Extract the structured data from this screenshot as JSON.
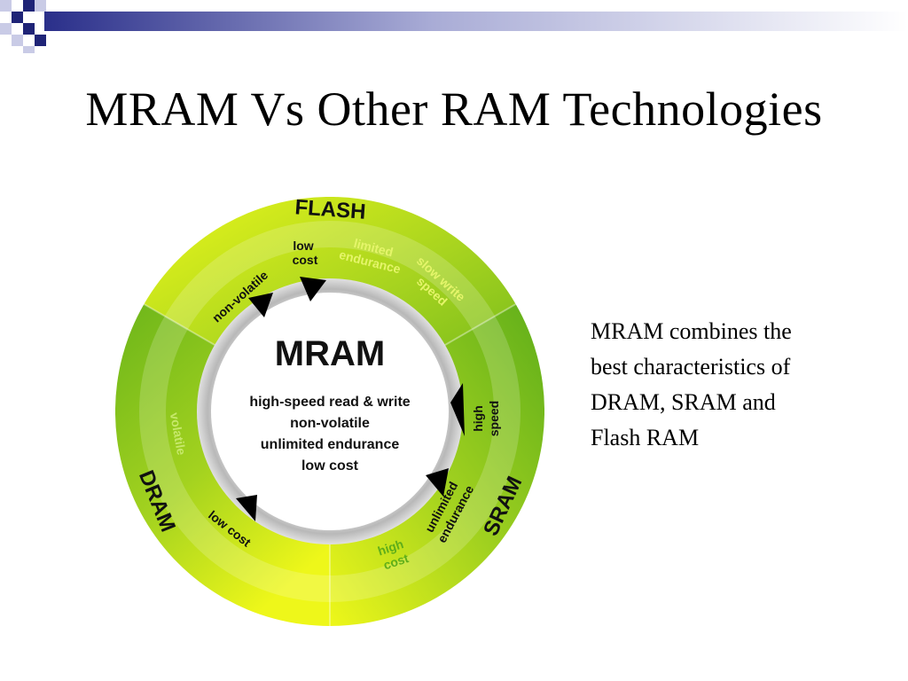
{
  "slide": {
    "title": "MRAM Vs Other RAM Technologies",
    "description_lines": [
      "MRAM combines the",
      "best characteristics of",
      "DRAM, SRAM and",
      "Flash RAM"
    ]
  },
  "diagram": {
    "center": {
      "heading": "MRAM",
      "lines": [
        "high-speed read & write",
        "non-volatile",
        "unlimited endurance",
        "low cost"
      ]
    },
    "sections": {
      "flash": "FLASH",
      "sram": "SRAM",
      "dram": "DRAM"
    },
    "ring_labels": {
      "non_volatile": "non-volatile",
      "low_cost_top": [
        "low",
        "cost"
      ],
      "limited_endurance": [
        "limited",
        "endurance"
      ],
      "slow_write_speed": [
        "slow write",
        "speed"
      ],
      "high_speed": [
        "high",
        "speed"
      ],
      "unlimited_endurance": [
        "unlimited",
        "endurance"
      ],
      "high_cost": [
        "high",
        "cost"
      ],
      "low_cost_bottom": "low cost",
      "volatile": "volatile"
    },
    "colors": {
      "green_dark": "#5fae1a",
      "green_mid": "#93cc1f",
      "yellow_green": "#e4f218",
      "inner_ring": "#cfcfcf"
    }
  }
}
